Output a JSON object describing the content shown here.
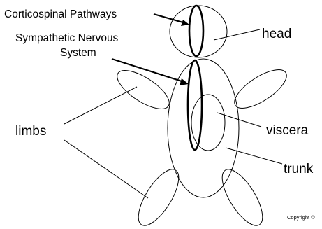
{
  "labels": {
    "corticospinal": "Corticospinal Pathways",
    "sympathetic_line1": "Sympathetic Nervous",
    "sympathetic_line2": "System",
    "head": "head",
    "limbs": "limbs",
    "viscera": "viscera",
    "trunk": "trunk",
    "copyright": "Copyright ©"
  }
}
